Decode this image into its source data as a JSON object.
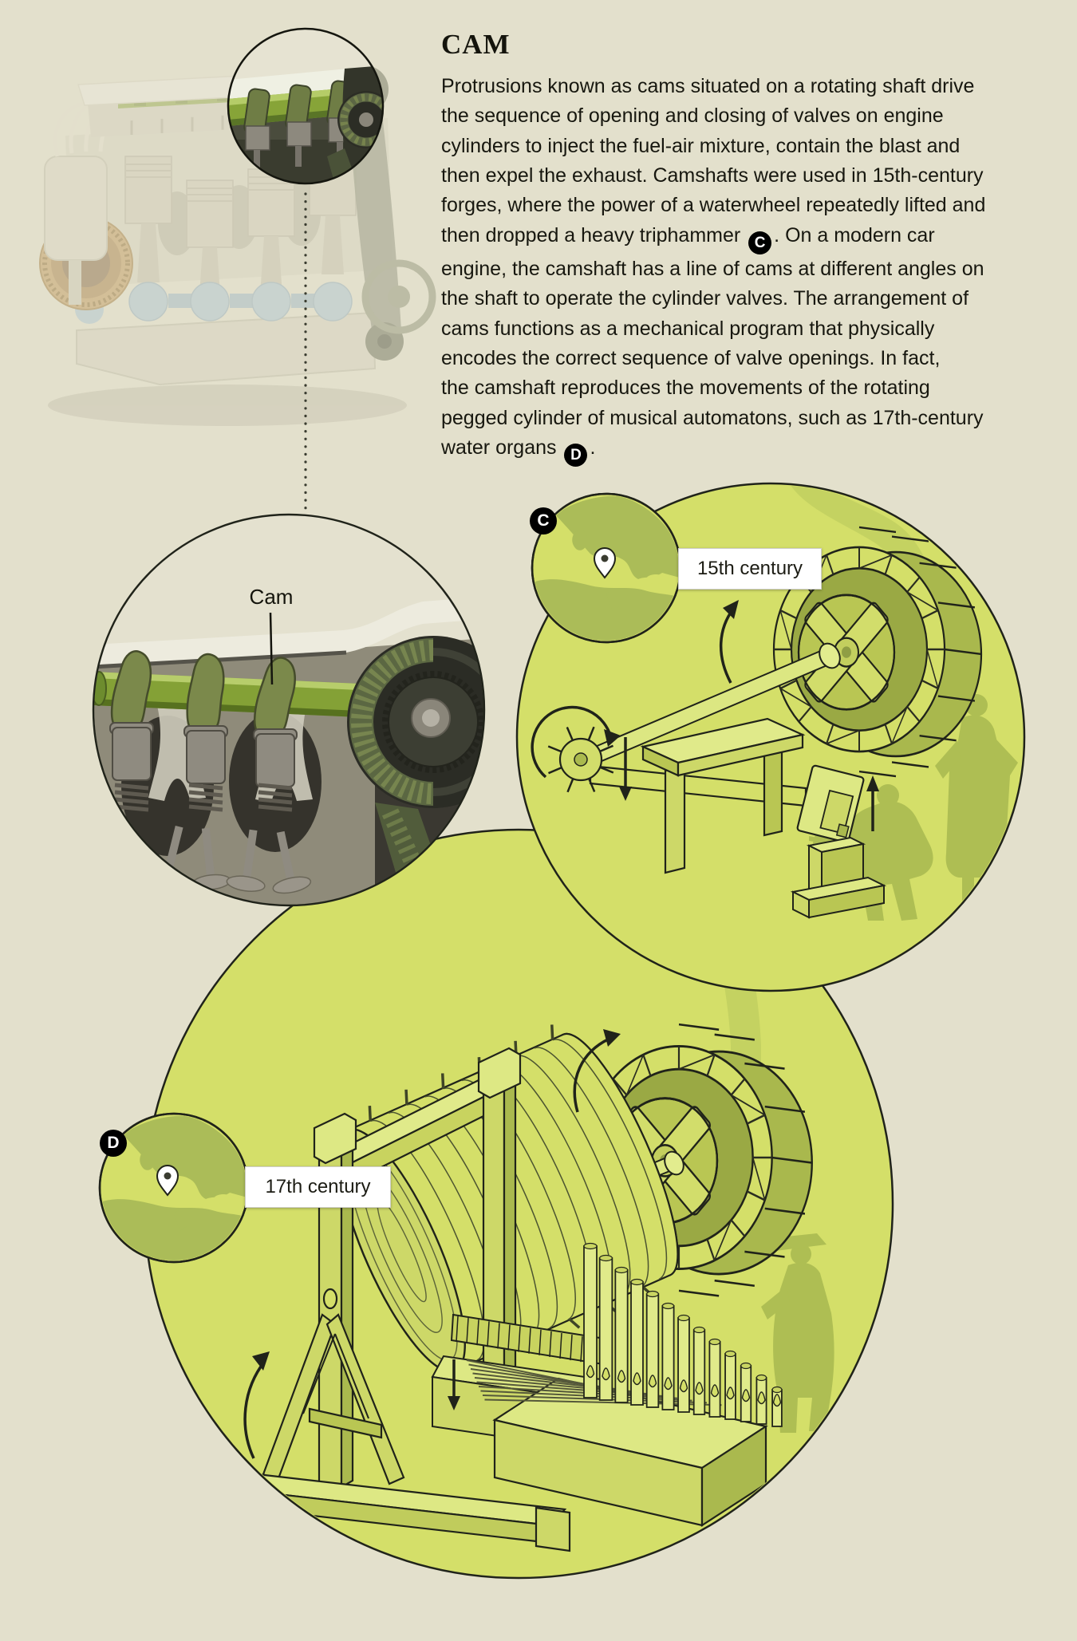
{
  "article": {
    "title": "CAM",
    "lines": [
      "Protrusions known as cams situated on a rotating shaft drive",
      "the sequence of opening and closing of valves on engine",
      "cylinders to inject the fuel-air mixture, contain the blast and",
      "then expel the exhaust. Camshafts were used in 15th-century",
      "forges, where the power of a waterwheel repeatedly lifted and",
      "then dropped a heavy triphammer {C}. On a modern car",
      "engine, the camshaft has a line of cams at different angles on",
      "the shaft to operate the cylinder valves. The arrangement of",
      "cams functions as a mechanical program that physically",
      "encodes the correct sequence of valve openings. In fact,",
      "the camshaft reproduces the movements of the rotating",
      "pegged cylinder of musical automatons, such as 17th-century",
      "water organs {D}."
    ]
  },
  "badges": {
    "c": "C",
    "d": "D"
  },
  "callouts": {
    "cam_label": "Cam",
    "c_period": "15th century",
    "d_period": "17th century"
  },
  "colors": {
    "background": "#e3e0cc",
    "circle_green": "#d4df69",
    "map_land": "#abbc58",
    "silhouette": "#aebe53",
    "ink": "#20231a",
    "camshaft_green": "#87a438",
    "badge_black": "#000000"
  }
}
